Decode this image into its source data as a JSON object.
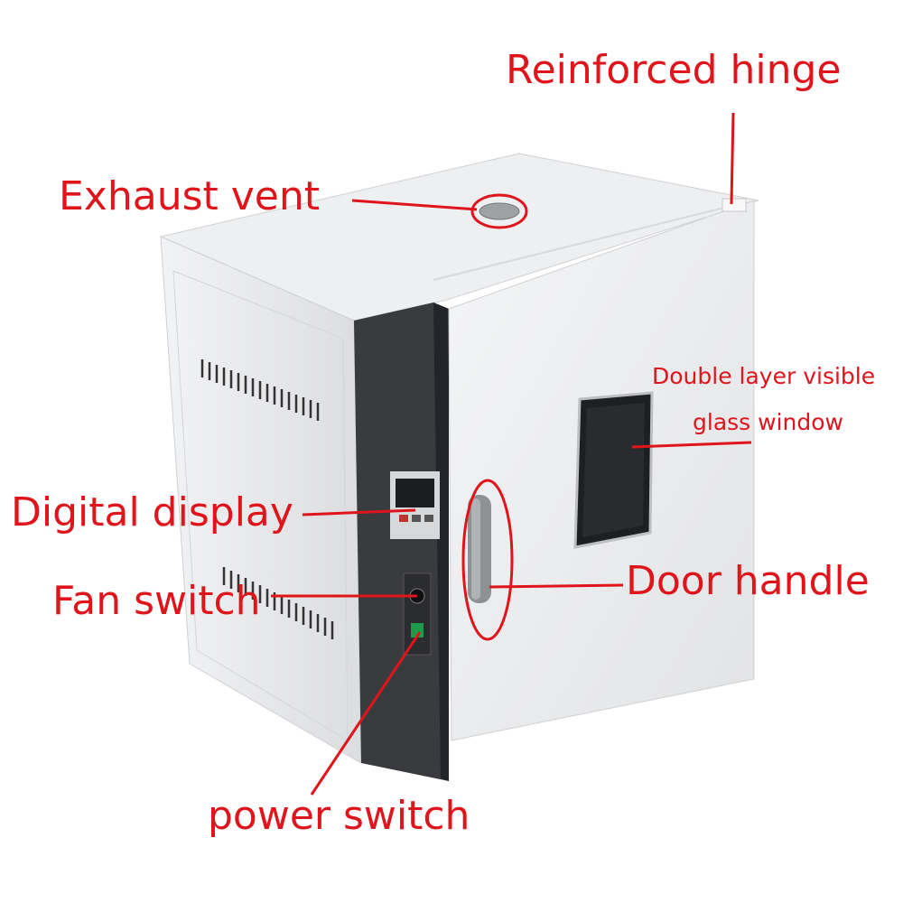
{
  "title": "Drying oven feature callouts",
  "labels": {
    "hinge": "Reinforced hinge",
    "vent": "Exhaust vent",
    "window_line1": "Double layer visible",
    "window_line2": "glass window",
    "display": "Digital display",
    "fan": "Fan switch",
    "handle": "Door handle",
    "power": "power switch"
  },
  "colors": {
    "callout": "#e0141b",
    "body": "#e9eaec",
    "panel": "#3a3b3e"
  }
}
